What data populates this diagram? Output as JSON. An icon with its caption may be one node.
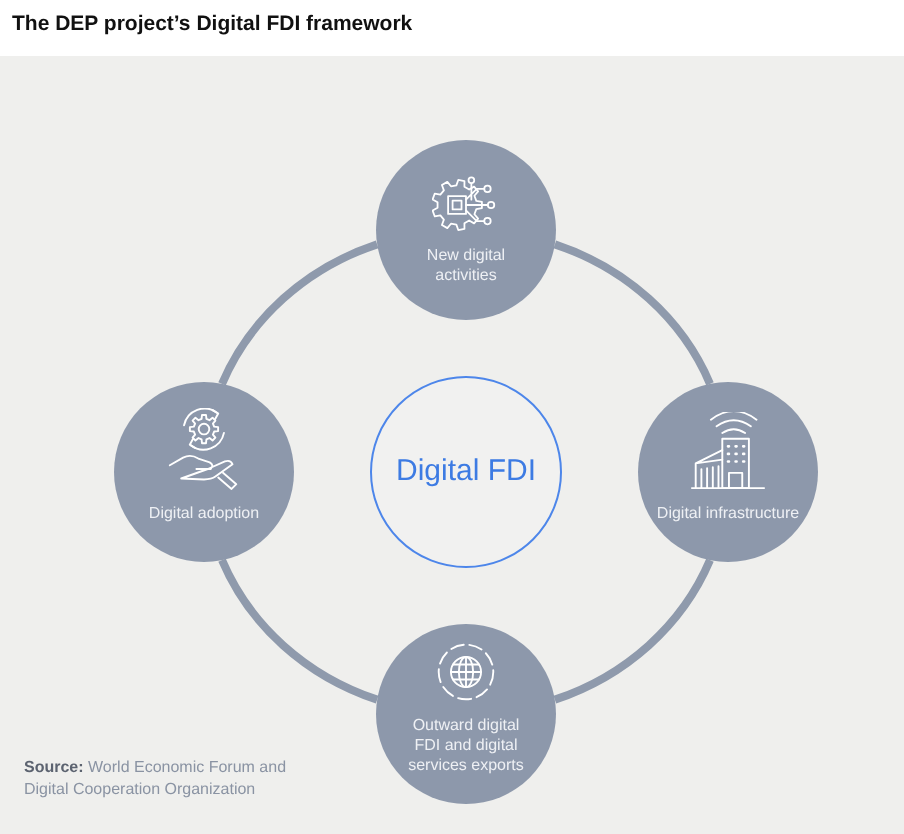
{
  "diagram": {
    "title": "The DEP project’s Digital FDI framework",
    "nodes": [
      {
        "text": [
          "New digital activities"
        ]
      },
      {
        "text": [
          "Digital adoption"
        ]
      },
      {
        "text": [
          "Digital FDI"
        ]
      },
      {
        "text": [
          "Digital infrastructure"
        ]
      },
      {
        "text": [
          "Outward digital FDI and digital services exports"
        ]
      }
    ],
    "edges": [
      {
        "from": 0,
        "to": 3,
        "arrow": "none"
      },
      {
        "from": 3,
        "to": 4,
        "arrow": "none"
      },
      {
        "from": 4,
        "to": 1,
        "arrow": "none"
      },
      {
        "from": 1,
        "to": 0,
        "arrow": "none"
      }
    ],
    "labels": [
      "**Source:** World Economic Forum and Digital Cooperation Organization"
    ]
  }
}
